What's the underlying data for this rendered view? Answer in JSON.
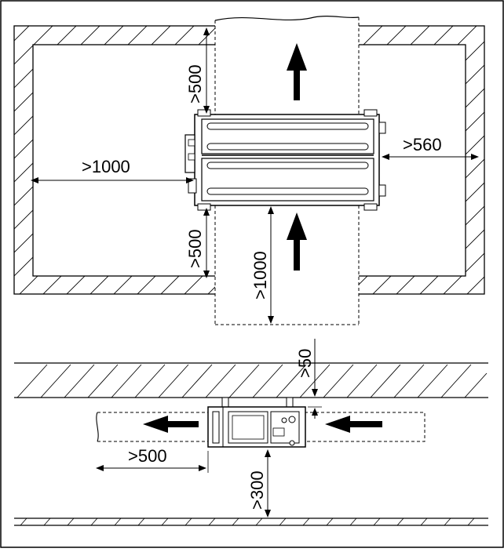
{
  "top_view": {
    "dim_top": ">500",
    "dim_left": ">1000",
    "dim_right": ">560",
    "dim_bottom_left": ">500",
    "dim_bottom_duct": ">1000"
  },
  "side_view": {
    "dim_ceiling": ">50",
    "dim_left": ">500",
    "dim_floor": ">300"
  },
  "colors": {
    "line": "#000000",
    "background": "#ffffff"
  },
  "icons": [
    "arrow-up-icon",
    "arrow-left-icon",
    "hatch-pattern"
  ]
}
